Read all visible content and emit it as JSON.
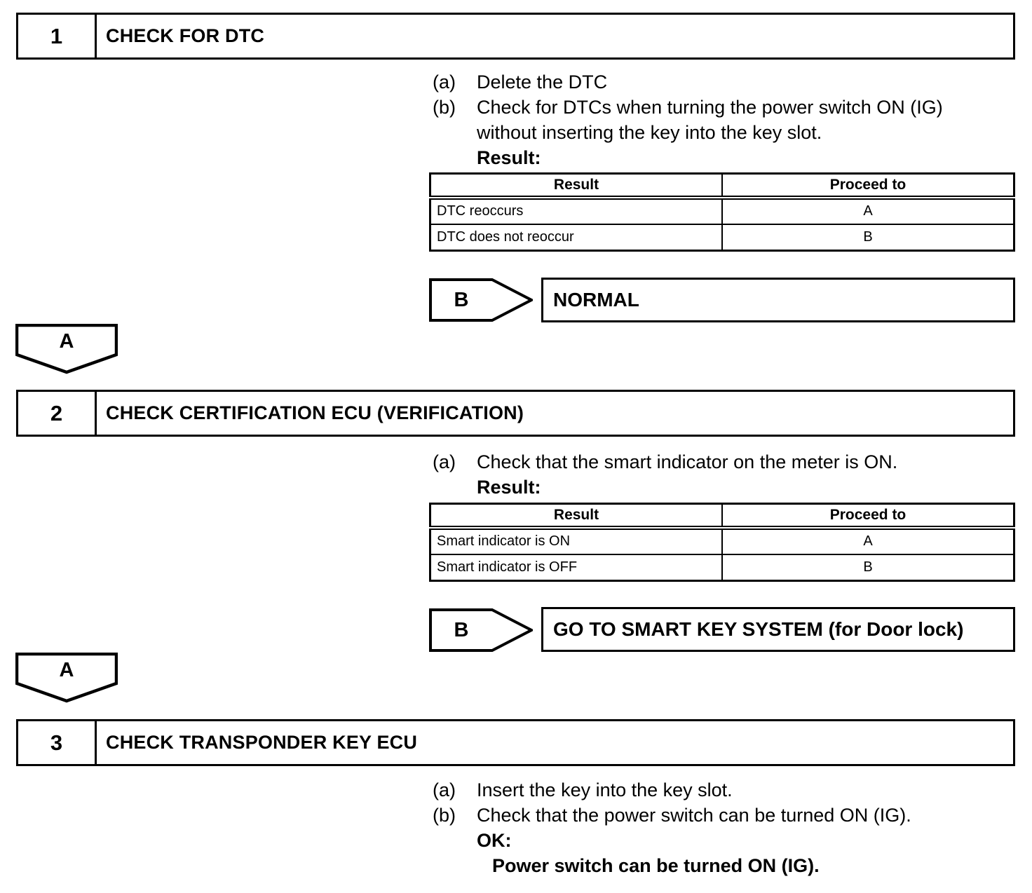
{
  "page": {
    "background": "#ffffff",
    "line_color": "#000000"
  },
  "steps": [
    {
      "number": "1",
      "title": "CHECK FOR DTC",
      "instructions": [
        {
          "marker": "(a)",
          "lines": [
            "Delete the DTC"
          ]
        },
        {
          "marker": "(b)",
          "lines": [
            "Check for DTCs when turning the power switch ON (IG)",
            "without inserting the key into the key slot."
          ]
        }
      ],
      "result_label": "Result:",
      "table": {
        "headers": [
          "Result",
          "Proceed to"
        ],
        "rows": [
          {
            "result": "DTC reoccurs",
            "proceed_to": "A"
          },
          {
            "result": "DTC does not reoccur",
            "proceed_to": "B"
          }
        ]
      },
      "branch": {
        "connector_label": "B",
        "action_label": "NORMAL"
      },
      "connector_label": "A"
    },
    {
      "number": "2",
      "title": "CHECK CERTIFICATION ECU (VERIFICATION)",
      "instructions": [
        {
          "marker": "(a)",
          "lines": [
            "Check that the smart indicator on the meter is ON."
          ]
        }
      ],
      "result_label": "Result:",
      "table": {
        "headers": [
          "Result",
          "Proceed to"
        ],
        "rows": [
          {
            "result": "Smart indicator is ON",
            "proceed_to": "A"
          },
          {
            "result": "Smart indicator is OFF",
            "proceed_to": "B"
          }
        ]
      },
      "branch": {
        "connector_label": "B",
        "action_label": "GO TO SMART KEY SYSTEM (for Door lock)"
      },
      "connector_label": "A"
    },
    {
      "number": "3",
      "title": "CHECK TRANSPONDER KEY ECU",
      "instructions": [
        {
          "marker": "(a)",
          "lines": [
            "Insert the key into the key slot."
          ]
        },
        {
          "marker": "(b)",
          "lines": [
            "Check that the power switch can be turned ON (IG)."
          ]
        }
      ],
      "ok_label": "OK:",
      "ok_text": "Power switch can be turned ON (IG)."
    }
  ]
}
